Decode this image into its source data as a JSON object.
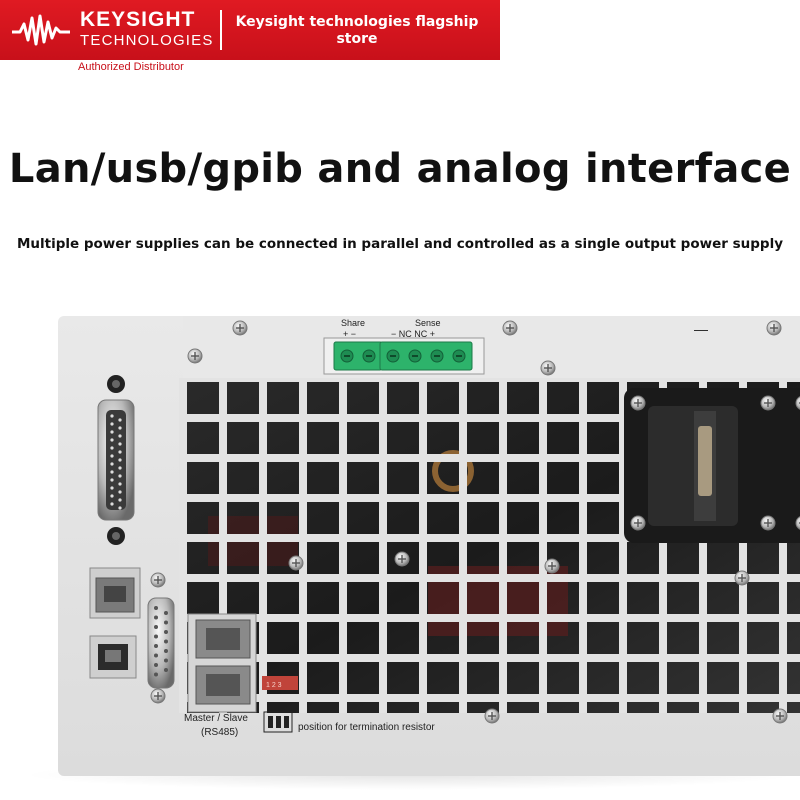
{
  "brand": {
    "name": "KEYSIGHT",
    "subtitle": "TECHNOLOGIES",
    "store": "Keysight technologies flagship store",
    "tagline": "Authorized Distributor",
    "color": "#d0141e"
  },
  "headline": "Lan/usb/gpib and analog interface",
  "subheadline": "Multiple power supplies can be connected in parallel and controlled as a single output power supply",
  "panel": {
    "share_label": "Share",
    "share_pins": "+ −",
    "sense_label": "Sense",
    "sense_pins": "− NC NC +",
    "master_slave_label": "Master / Slave",
    "rs485_label": "(RS485)",
    "termination_label": "position for termination resistor",
    "dip_numbers": "1 2 3",
    "minus_sign": "—",
    "terminal_color": "#2db36b"
  }
}
